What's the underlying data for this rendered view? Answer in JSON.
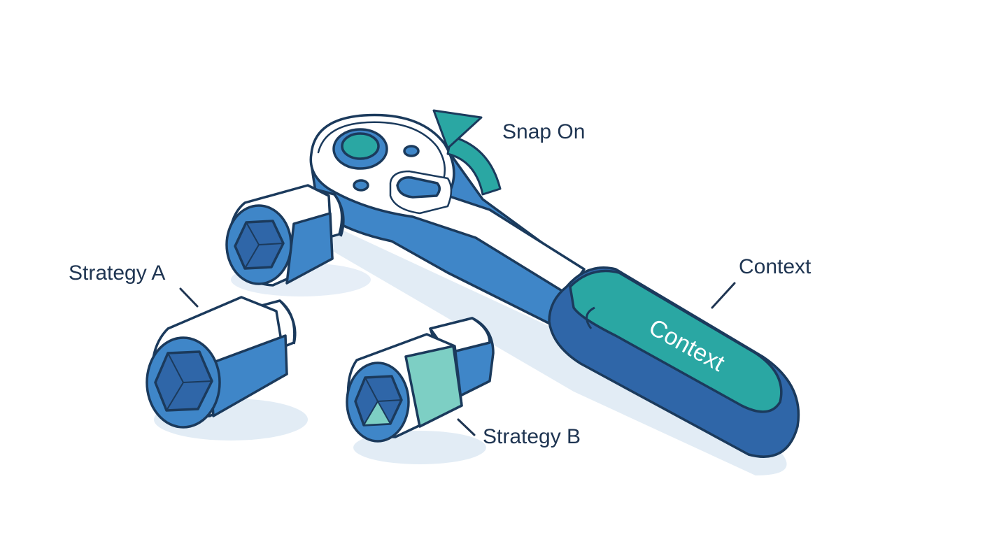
{
  "labels": {
    "snap_on": "Snap On",
    "context": "Context",
    "handle_text": "Context",
    "strategy_a": "Strategy A",
    "strategy_b": "Strategy B"
  },
  "colors": {
    "outline": "#1b3a5c",
    "blue": "#3f86c8",
    "blue_dark": "#2f66a8",
    "teal": "#2aa7a3",
    "teal_light": "#7dcfc4",
    "shadow": "#dbe7f3",
    "label_text": "#1f3552",
    "white": "#ffffff"
  },
  "icons": [
    "ratchet-wrench-icon",
    "socket-icon",
    "rotation-arrow-icon"
  ]
}
